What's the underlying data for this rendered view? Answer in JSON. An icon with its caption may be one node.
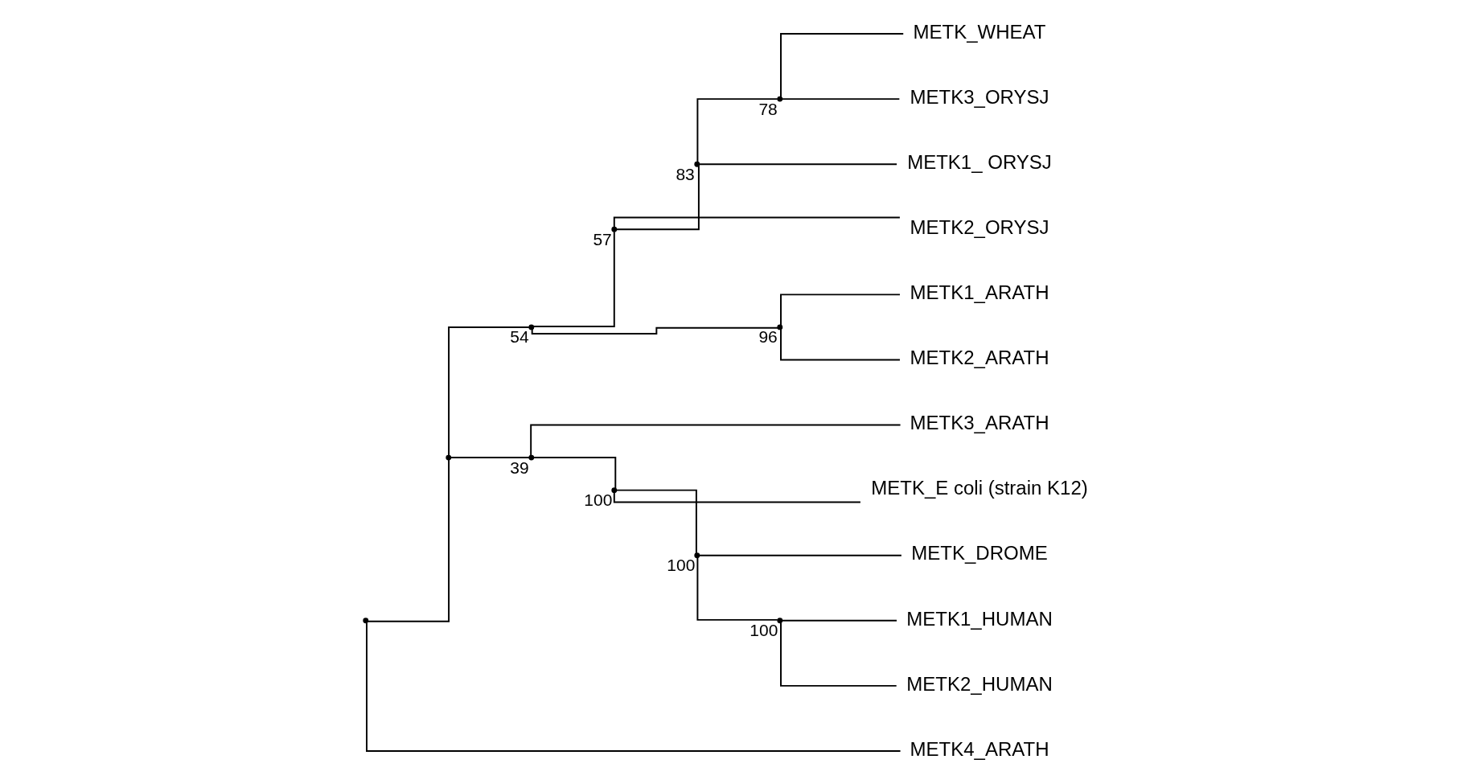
{
  "diagram": {
    "nodes": [
      {
        "text": [],
        "shape": "point"
      },
      {
        "text": [],
        "shape": "point"
      },
      {
        "text": [],
        "shape": "point",
        "beside": [
          "54"
        ]
      },
      {
        "text": [],
        "shape": "point",
        "beside": [
          "57"
        ]
      },
      {
        "text": [],
        "shape": "point",
        "beside": [
          "83"
        ]
      },
      {
        "text": [],
        "shape": "point",
        "beside": [
          "78"
        ]
      },
      {
        "text": [
          "METK_WHEAT"
        ]
      },
      {
        "text": [
          "METK3_ORYSJ"
        ]
      },
      {
        "text": [
          "METK1_ ORYSJ"
        ]
      },
      {
        "text": [
          "METK2_ORYSJ"
        ]
      },
      {
        "text": [],
        "shape": "point",
        "beside": [
          "96"
        ]
      },
      {
        "text": [
          "METK1_ARATH"
        ]
      },
      {
        "text": [
          "METK2_ARATH"
        ]
      },
      {
        "text": [],
        "shape": "point",
        "beside": [
          "39"
        ]
      },
      {
        "text": [
          "METK3_ARATH"
        ]
      },
      {
        "text": [],
        "shape": "point",
        "beside": [
          "100"
        ]
      },
      {
        "text": [
          "METK_E coli (strain K12)"
        ]
      },
      {
        "text": [],
        "shape": "point",
        "beside": [
          "100"
        ]
      },
      {
        "text": [
          "METK_DROME"
        ]
      },
      {
        "text": [],
        "shape": "point",
        "beside": [
          "100"
        ]
      },
      {
        "text": [
          "METK1_HUMAN"
        ]
      },
      {
        "text": [
          "METK2_HUMAN"
        ]
      },
      {
        "text": [
          "METK4_ARATH"
        ]
      }
    ],
    "edges": [
      {
        "from": 0,
        "to": 1,
        "arrow": "none"
      },
      {
        "from": 1,
        "to": 2,
        "arrow": "none"
      },
      {
        "from": 2,
        "to": 3,
        "arrow": "none"
      },
      {
        "from": 3,
        "to": 4,
        "arrow": "none"
      },
      {
        "from": 4,
        "to": 5,
        "arrow": "none"
      },
      {
        "from": 5,
        "to": 6,
        "arrow": "none"
      },
      {
        "from": 5,
        "to": 7,
        "arrow": "none"
      },
      {
        "from": 4,
        "to": 8,
        "arrow": "none"
      },
      {
        "from": 3,
        "to": 9,
        "arrow": "none"
      },
      {
        "from": 2,
        "to": 10,
        "arrow": "none"
      },
      {
        "from": 10,
        "to": 11,
        "arrow": "none"
      },
      {
        "from": 10,
        "to": 12,
        "arrow": "none"
      },
      {
        "from": 1,
        "to": 13,
        "arrow": "none"
      },
      {
        "from": 13,
        "to": 14,
        "arrow": "none"
      },
      {
        "from": 13,
        "to": 15,
        "arrow": "none"
      },
      {
        "from": 15,
        "to": 16,
        "arrow": "none"
      },
      {
        "from": 15,
        "to": 17,
        "arrow": "none"
      },
      {
        "from": 17,
        "to": 18,
        "arrow": "none"
      },
      {
        "from": 17,
        "to": 19,
        "arrow": "none"
      },
      {
        "from": 19,
        "to": 20,
        "arrow": "none"
      },
      {
        "from": 19,
        "to": 21,
        "arrow": "none"
      },
      {
        "from": 0,
        "to": 22,
        "arrow": "none"
      }
    ]
  }
}
